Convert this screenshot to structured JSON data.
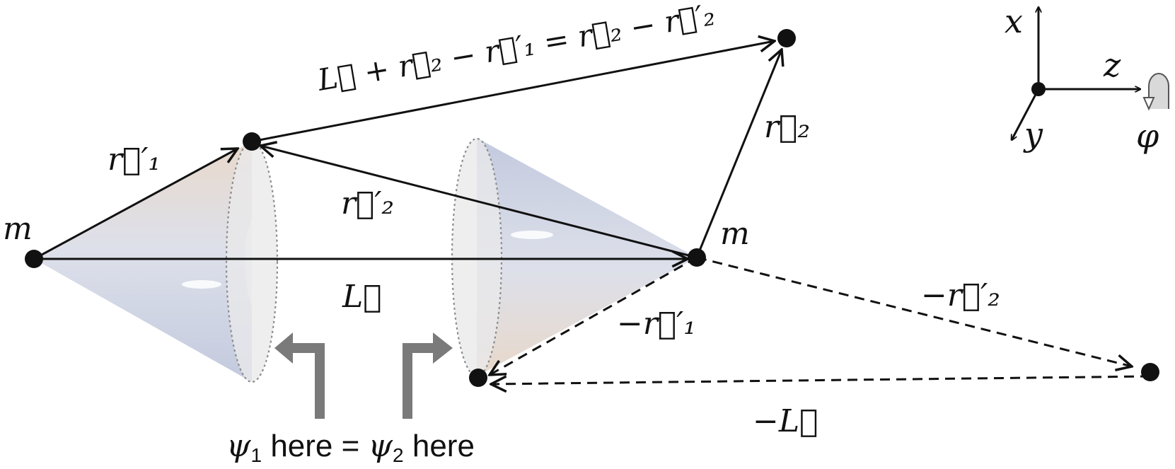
{
  "labels": {
    "mass_left": "m",
    "mass_right": "m",
    "vec_r1_prime": "r⃗′₁",
    "vec_r2_prime": "r⃗′₂",
    "vec_r2": "r⃗₂",
    "vec_L": "L⃗",
    "vec_top_sum": "L⃗ + r⃗₂ − r⃗′₁ = r⃗₂ − r⃗′₂",
    "vec_neg_r1_prime": "−r⃗′₁",
    "vec_neg_r2_prime": "−r⃗′₂",
    "vec_neg_L": "−L⃗",
    "equality_caption": {
      "psi1": "ψ",
      "psi1_sub": "1",
      "here1": " here = ",
      "psi2": "ψ",
      "psi2_sub": "2",
      "here2": " here"
    }
  },
  "axes": {
    "x": "x",
    "y": "y",
    "z": "z",
    "phi": "φ"
  },
  "colors": {
    "ink": "#111111",
    "cone_blue": "#c7cde0",
    "cone_tan": "#e6d6c8",
    "rim_fill": "#e9e9ea",
    "bend_arrow": "#7a7a7a"
  }
}
